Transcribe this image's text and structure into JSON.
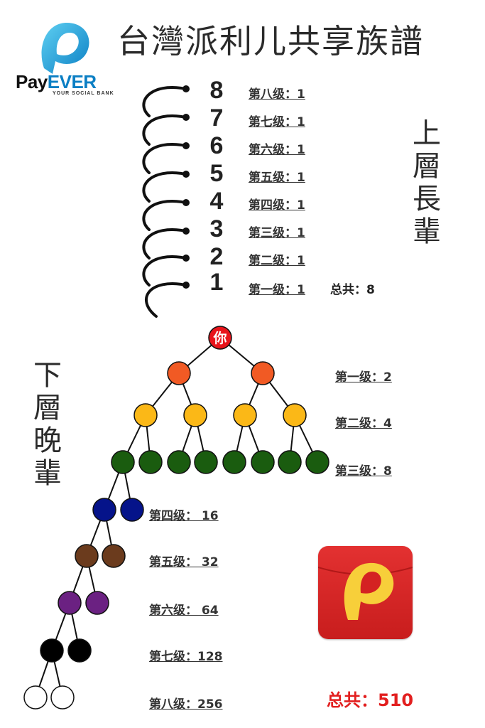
{
  "title": "台灣派利儿共享族譜",
  "brand": {
    "name_a": "Pay",
    "name_b": "EVER",
    "tagline": "YOUR SOCIAL BANK"
  },
  "upper": {
    "side_label": "上層長輩",
    "levels": [
      {
        "num": "8",
        "label": "第八级：1"
      },
      {
        "num": "7",
        "label": "第七级：1"
      },
      {
        "num": "6",
        "label": "第六级：1"
      },
      {
        "num": "5",
        "label": "第五级：1"
      },
      {
        "num": "4",
        "label": "第四级：1"
      },
      {
        "num": "3",
        "label": "第三级：1"
      },
      {
        "num": "2",
        "label": "第二级：1"
      },
      {
        "num": "1",
        "label": "第一级：1"
      }
    ],
    "total": "总共：8"
  },
  "lower": {
    "side_label": "下層晚輩",
    "root_label": "你",
    "levels": [
      {
        "label": "第一级：2",
        "count": 2,
        "color": "#f15a24"
      },
      {
        "label": "第二级：4",
        "count": 4,
        "color": "#fbb817"
      },
      {
        "label": "第三级：8",
        "count": 8,
        "color": "#1a5c0f"
      },
      {
        "label": "第四级：  16",
        "count": 2,
        "color": "#05138a"
      },
      {
        "label": "第五级：  32",
        "count": 2,
        "color": "#6b3b1d"
      },
      {
        "label": "第六级：  64",
        "count": 2,
        "color": "#6b2182"
      },
      {
        "label": "第七级：128",
        "count": 2,
        "color": "#000000"
      },
      {
        "label": "第八级：256",
        "count": 2,
        "color": "#ffffff"
      }
    ],
    "total": "总共：510"
  },
  "colors": {
    "root": "#e8141b",
    "app_icon": "#d42222",
    "total_text": "#e21f1f",
    "brand_blue": "#0b7fc4"
  },
  "icons": {
    "logo": "payever-p-logo-icon",
    "app": "payever-app-icon"
  }
}
